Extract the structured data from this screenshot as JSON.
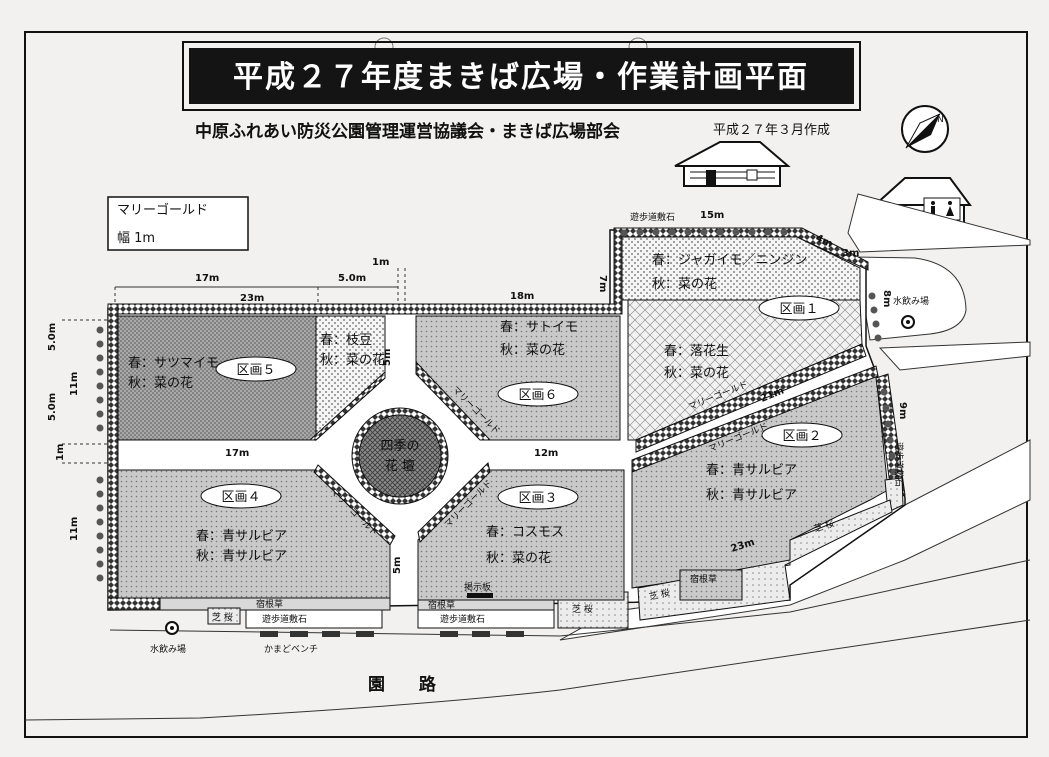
{
  "title": "平成２７年度まきば広場・作業計画平面",
  "subtitle": "中原ふれあい防災公園管理運営協議会・まきば広場部会",
  "date": "平成２７年３月作成",
  "compass_label": "N",
  "legend": {
    "name": "マリーゴールド",
    "width": "幅 1m"
  },
  "zones": [
    {
      "id": "z1",
      "name": "区画１",
      "top_spring": "春：ジャガイモ／ニンジン",
      "top_autumn": "秋：菜の花",
      "spring": "春：落花生",
      "autumn": "秋：菜の花"
    },
    {
      "id": "z2",
      "name": "区画２",
      "spring": "春：青サルビア",
      "autumn": "秋：青サルビア"
    },
    {
      "id": "z3",
      "name": "区画３",
      "spring": "春：コスモス",
      "autumn": "秋：菜の花"
    },
    {
      "id": "z4",
      "name": "区画４",
      "spring": "春：青サルビア",
      "autumn": "秋：青サルビア"
    },
    {
      "id": "z5",
      "name": "区画５",
      "spring": "春：サツマイモ",
      "autumn": "秋：菜の花",
      "side_spring": "春：枝豆",
      "side_autumn": "秋：菜の花"
    },
    {
      "id": "z6",
      "name": "区画６",
      "spring": "春：サトイモ",
      "autumn": "秋：菜の花"
    }
  ],
  "center_bed": {
    "line1": "四季の",
    "line2": "花 壇"
  },
  "dimensions": {
    "d17_top": "17m",
    "d5_top": "5.0m",
    "d1_top": "1m",
    "d23": "23m",
    "d18": "18m",
    "d15": "15m",
    "d7": "7m",
    "d4": "4m",
    "d3": "3m",
    "d8": "8m",
    "d5_left_a": "5.0m",
    "d11_left_a": "11m",
    "d5_left_b": "5.0m",
    "d1_left": "1m",
    "d17_mid": "17m",
    "d12": "12m",
    "d11_left_c": "11m",
    "d5_v_top": "5m",
    "d5_v_bottom": "5m",
    "d21": "21m",
    "d9": "9m",
    "d23_bottom": "23m"
  },
  "labels": {
    "marigold": "マリーゴールド",
    "stepping_top": "遊歩道敷石",
    "stepping_right": "遊歩道敷石",
    "stepping_bottom_left": "遊歩道敷石",
    "stepping_bottom_right": "遊歩道敷石",
    "lawn": "芝 桜",
    "sekkonso_left": "宿根草",
    "sekkonso_mid": "宿根草",
    "sekkonso_right": "宿根草",
    "notice_board": "掲示板",
    "water_right": "水飲み場",
    "water_left": "水飲み場",
    "bench": "かまどベンチ",
    "road": "園 路"
  }
}
